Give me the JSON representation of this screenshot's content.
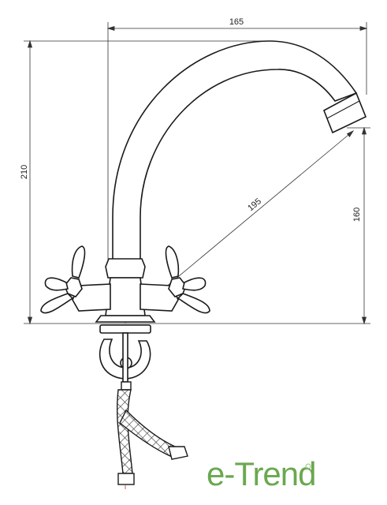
{
  "dimensions": {
    "width": "165",
    "total_height": "210",
    "spout_height": "160",
    "spout_reach": "195"
  },
  "brand": {
    "name": "e-Trend",
    "color": "#6aa84f"
  },
  "colors": {
    "line": "#1a1a1a",
    "centerline": "#cc3333"
  }
}
